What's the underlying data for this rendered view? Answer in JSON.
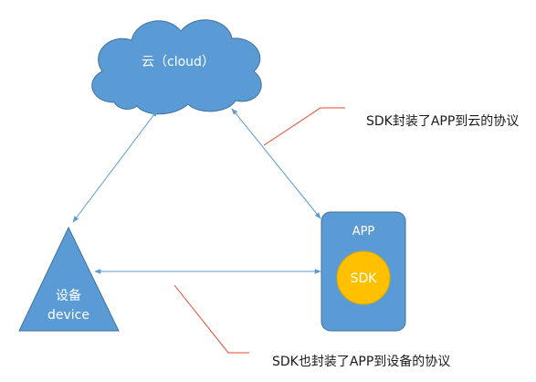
{
  "nodes": {
    "cloud": {
      "label": "云（cloud）"
    },
    "device": {
      "label_line1": "设备",
      "label_line2": "device"
    },
    "app": {
      "label": "APP"
    },
    "sdk": {
      "label": "SDK"
    }
  },
  "annotations": {
    "sdk_to_cloud": "SDK封装了APP到云的协议",
    "sdk_to_device": "SDK也封装了APP到设备的协议"
  },
  "colors": {
    "shape_fill": "#5b9bd5",
    "shape_stroke": "#41719c",
    "sdk_fill": "#ffc000",
    "sdk_stroke": "#e0a800",
    "arrow": "#5b9bd5",
    "leader_line": "#e8462e"
  }
}
